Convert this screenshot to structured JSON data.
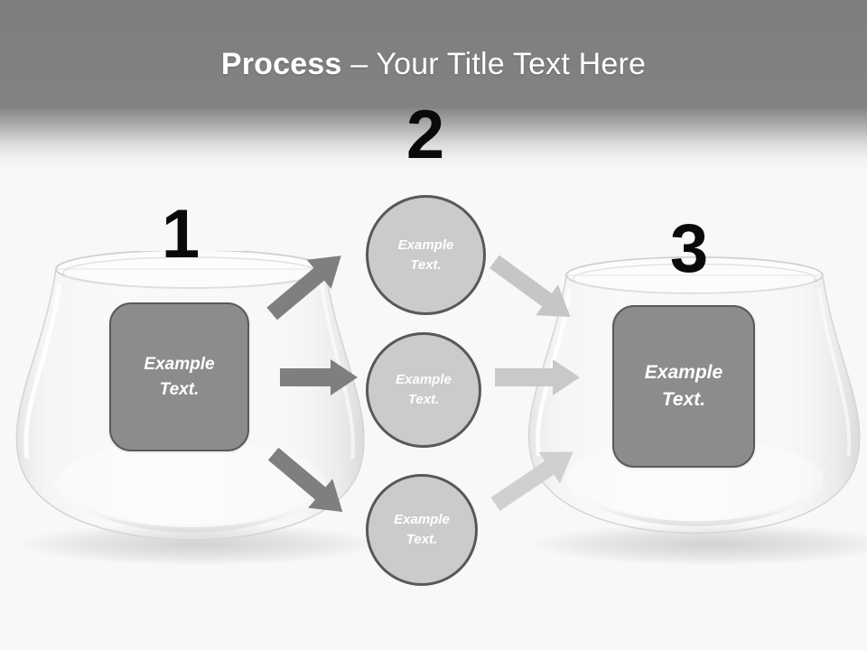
{
  "slide": {
    "background_color": "#f8f8f8",
    "header_color": "#828282",
    "accent_box_color": "#8c8c8c",
    "accent_circle_color": "#cbcbcb",
    "arrow_color_left": "#7f7f7f",
    "arrow_color_right": "#c4c4c4"
  },
  "header": {
    "title_strong": "Process",
    "title_rest": " – Your Title Text Here"
  },
  "steps": [
    {
      "number": "1",
      "label": "Example\nText."
    },
    {
      "number": "2",
      "label": "Example\nText."
    },
    {
      "number": "3",
      "label": "Example\nText."
    }
  ],
  "step_numbers": {
    "one": "1",
    "two": "2",
    "three": "3"
  },
  "left_box": {
    "line1": "Example",
    "line2": "Text."
  },
  "right_box": {
    "line1": "Example",
    "line2": "Text."
  },
  "circles": [
    {
      "line1": "Example",
      "line2": "Text."
    },
    {
      "line1": "Example",
      "line2": "Text."
    },
    {
      "line1": "Example",
      "line2": "Text."
    }
  ],
  "arrows": {
    "left_up": "arrow-up-right",
    "left_mid": "arrow-right",
    "left_down": "arrow-down-right",
    "right_up": "arrow-down-right",
    "right_mid": "arrow-right",
    "right_down": "arrow-up-right"
  }
}
